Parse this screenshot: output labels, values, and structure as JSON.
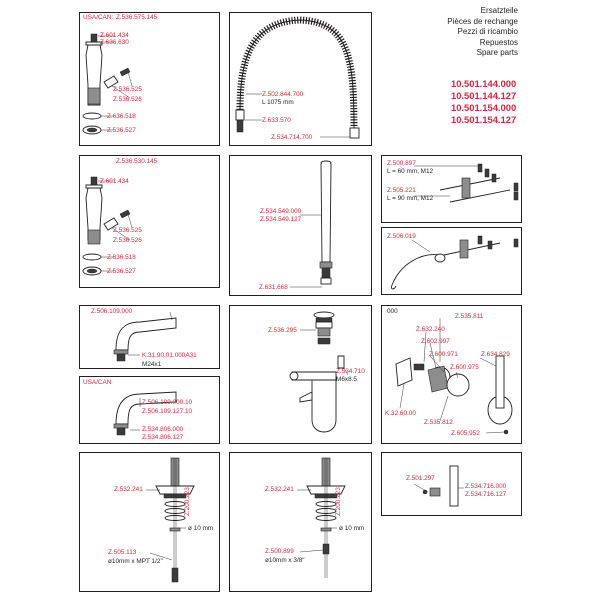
{
  "header": {
    "lines": [
      "Ersatzteile",
      "Pièces de rechange",
      "Pezzi di ricambio",
      "Repuestos",
      "Spare parts"
    ],
    "codes": [
      "10.501.144.000",
      "10.501.144.127",
      "10.501.154.000",
      "10.501.154.127"
    ]
  },
  "colors": {
    "accent": "#d7263d",
    "ink": "#231f20"
  },
  "p1": {
    "tag": "USA/CAN:",
    "main": "Z.536.575.145",
    "a": "Z.601.434",
    "b": "Z.636.630",
    "c": "Z.536.525",
    "d": "Z.536.526",
    "e": "Z.636.518",
    "f": "Z.536.527"
  },
  "p2": {
    "a": "Z.502.844.700",
    "a2": "L 1075 mm",
    "b": "Z.633.570",
    "c": "Z.534.714.700"
  },
  "p3": {
    "main": "Z.536.530.145",
    "a": "Z.601.434",
    "c": "Z.536.525",
    "d": "Z.536.526",
    "e": "Z.636.518",
    "f": "Z.536.527"
  },
  "p4": {
    "a": "Z.534.549.000",
    "b": "Z.534.549.127",
    "c": "Z.631.668"
  },
  "p5": {
    "a": "Z.500.897",
    "a2": "L = 60 mm, M12",
    "b": "Z.505.221",
    "b2": "L = 90 mm, M12"
  },
  "p6": {
    "a": "Z.506.019"
  },
  "p7": {
    "a": "Z.506.109.000",
    "b": "K.31.90.01.000A31",
    "b2": "M24x1"
  },
  "p8": {
    "a": "Z.536.295",
    "b": "Z.534.710",
    "b2": "M6x8.5"
  },
  "p9": {
    "tag": "000",
    "a": "Z.535.811",
    "b": "Z.632.240",
    "c": "Z.602.997",
    "d": "Z.600.971",
    "e": "Z.634.829",
    "f": "Z.600.975",
    "g": "K.32.60.00",
    "h": "Z.535.812",
    "i": "Z.605.952"
  },
  "p10": {
    "tag": "USA/CAN",
    "a": "Z.506.109.000.10",
    "b": "Z.506.109.127.10",
    "c": "Z.534.806.000",
    "d": "Z.534.806.127"
  },
  "p11": {
    "a": "Z.532.241",
    "b": "Z.200.223",
    "c": "ø 10 mm",
    "d": "Z.505.113",
    "e": "ø10mm x MPT 1/2\""
  },
  "p12": {
    "a": "Z.532.241",
    "b": "Z.200.223",
    "c": "ø 10 mm",
    "d": "Z.500.899",
    "e": "ø10mm x 3/8\""
  },
  "p13": {
    "a": "Z.501.297",
    "b": "Z.534.716.000",
    "c": "Z.534.716.127"
  }
}
